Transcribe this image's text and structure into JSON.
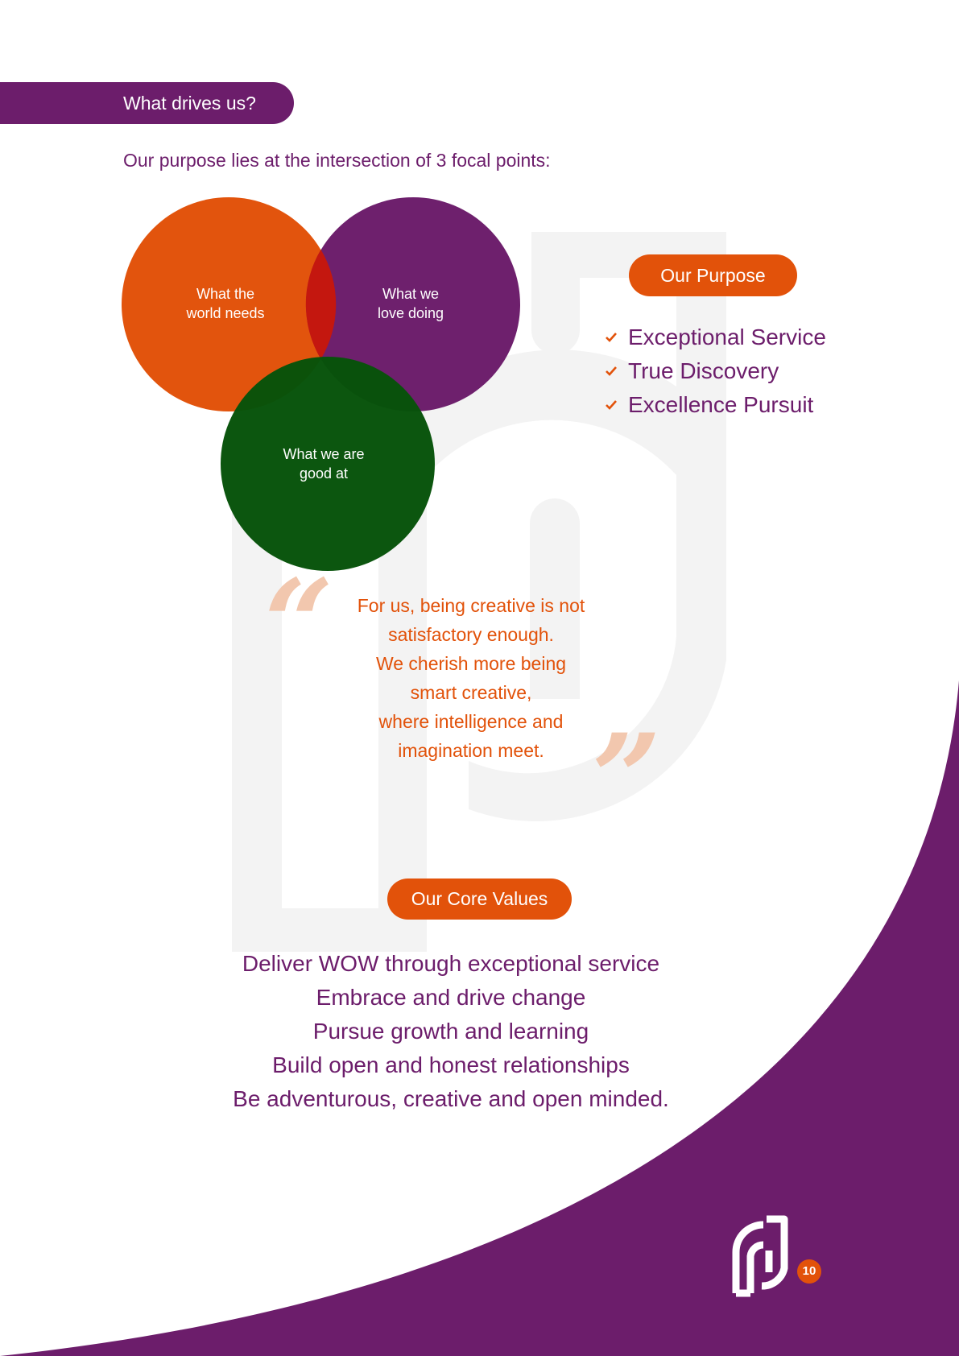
{
  "header": {
    "title": "What drives us?"
  },
  "intro": "Our purpose lies at the intersection of 3 focal points:",
  "venn": {
    "circle_world": {
      "line1": "What the",
      "line2": "world needs",
      "color": "#e2520a"
    },
    "circle_love": {
      "line1": "What we",
      "line2": "love doing",
      "color": "#6c1d6b"
    },
    "circle_good": {
      "line1": "What we are",
      "line2": "good at",
      "color": "#07530a"
    }
  },
  "purpose": {
    "title": "Our Purpose",
    "items": [
      "Exceptional Service",
      "True Discovery",
      "Excellence Pursuit"
    ]
  },
  "quote": {
    "lines": [
      "For us, being creative is not",
      "satisfactory enough.",
      "We cherish more being",
      "smart creative,",
      "where intelligence and",
      "imagination meet."
    ],
    "open_mark": "“",
    "close_mark": "”"
  },
  "core_values": {
    "title": "Our Core Values",
    "items": [
      "Deliver WOW through exceptional service",
      "Embrace and drive change",
      "Pursue growth and learning",
      "Build open and honest relationships",
      "Be adventurous, creative and open minded."
    ]
  },
  "footer": {
    "page_number": "10"
  },
  "colors": {
    "purple": "#6c1d6b",
    "orange": "#e2520a",
    "green": "#07530a",
    "watermark": "#f3f3f3"
  }
}
